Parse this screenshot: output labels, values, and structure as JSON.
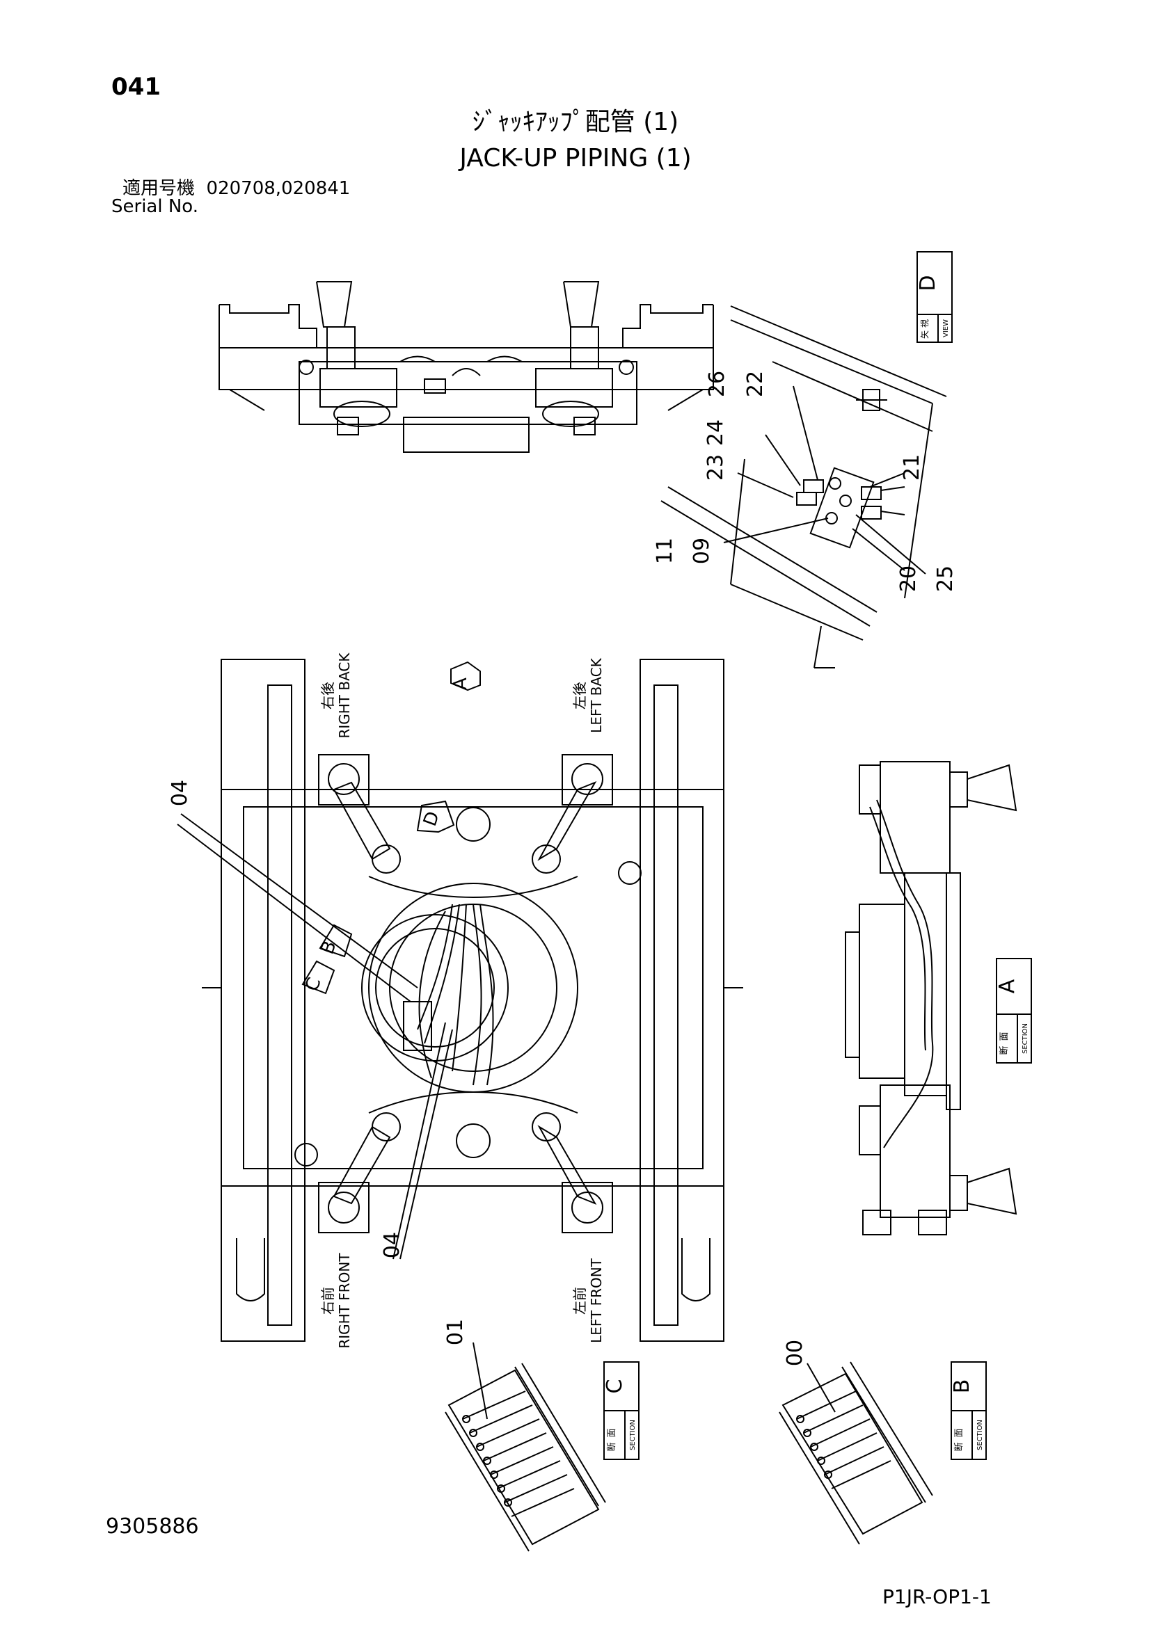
{
  "header": {
    "page_number": "041",
    "title_jp": "ｼﾞｬｯｷｱｯﾌﾟ配管 (1)",
    "title_en": "JACK-UP PIPING (1)",
    "serial_label_jp": "適用号機",
    "serial_numbers": "020708,020841",
    "serial_label_en": "Serial No."
  },
  "footer": {
    "drawing_number": "9305886",
    "sheet_code": "P1JR-OP1-1"
  },
  "views": {
    "view_d": {
      "kanji_1": "矢",
      "kanji_2": "視",
      "word": "VIEW",
      "letter": "D"
    },
    "section_a": {
      "kanji_1": "断",
      "kanji_2": "面",
      "word": "SECTION",
      "letter": "A"
    },
    "section_b": {
      "kanji_1": "断",
      "kanji_2": "面",
      "word": "SECTION",
      "letter": "B"
    },
    "section_c": {
      "kanji_1": "断",
      "kanji_2": "面",
      "word": "SECTION",
      "letter": "C"
    }
  },
  "arrows": {
    "a": "A",
    "b": "B",
    "c": "C",
    "d": "D"
  },
  "corners": {
    "right_back": {
      "jp": "右後",
      "en": "RIGHT BACK"
    },
    "left_back": {
      "jp": "左後",
      "en": "LEFT BACK"
    },
    "right_front": {
      "jp": "右前",
      "en": "RIGHT FRONT"
    },
    "left_front": {
      "jp": "左前",
      "en": "LEFT FRONT"
    }
  },
  "callouts": {
    "c26": "26",
    "c22": "22",
    "c24": "24",
    "c23": "23",
    "c21": "21",
    "c11": "11",
    "c09": "09",
    "c20": "20",
    "c25": "25",
    "c04a": "04",
    "c04b": "04",
    "c01": "01",
    "c00": "00"
  }
}
